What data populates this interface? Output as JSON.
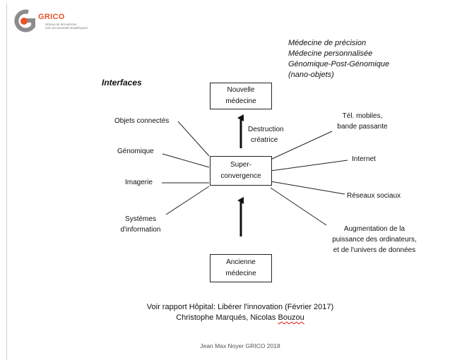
{
  "logo": {
    "brand": "GRICO",
    "sub_line1": "RÉSEAU DE RECHERCHE",
    "sub_line2": "SUR LES DEVENIRS NUMÉRIQUES",
    "colors": {
      "gray": "#8c8c8c",
      "orange": "#e8542a"
    }
  },
  "top_right": {
    "line1": "Médecine de précision",
    "line2": "Médecine personnalisée",
    "line3": "Génomique-Post-Génomique",
    "line4": "(nano-objets)"
  },
  "interfaces_label": "Interfaces",
  "boxes": {
    "nouvelle": {
      "line1": "Nouvelle",
      "line2": "médecine"
    },
    "super": {
      "line1": "Super-",
      "line2": "convergence"
    },
    "ancienne": {
      "line1": "Ancienne",
      "line2": "médecine"
    }
  },
  "destruction": {
    "line1": "Destruction",
    "line2": "créatrice"
  },
  "left_labels": {
    "objets": "Objets connectés",
    "genomique": "Génomique",
    "imagerie": "Imagerie",
    "systemes_line1": "Systèmes",
    "systemes_line2": "d'information"
  },
  "right_labels": {
    "tel_line1": "Tél. mobiles,",
    "tel_line2": "bande passante",
    "internet": "Internet",
    "reseaux": "Réseaux sociaux",
    "aug_line1": "Augmentation de la",
    "aug_line2": "puissance des ordinateurs,",
    "aug_line3": "et de l'univers de données"
  },
  "footer": {
    "line1": "Voir rapport Hôpital: Libérer l'innovation (Février 2017)",
    "line2_names": "Christophe Marqués, Nicolas ",
    "line2_underlined": "Bouzou"
  },
  "credit": "Jean Max Noyer GRICO 2018"
}
